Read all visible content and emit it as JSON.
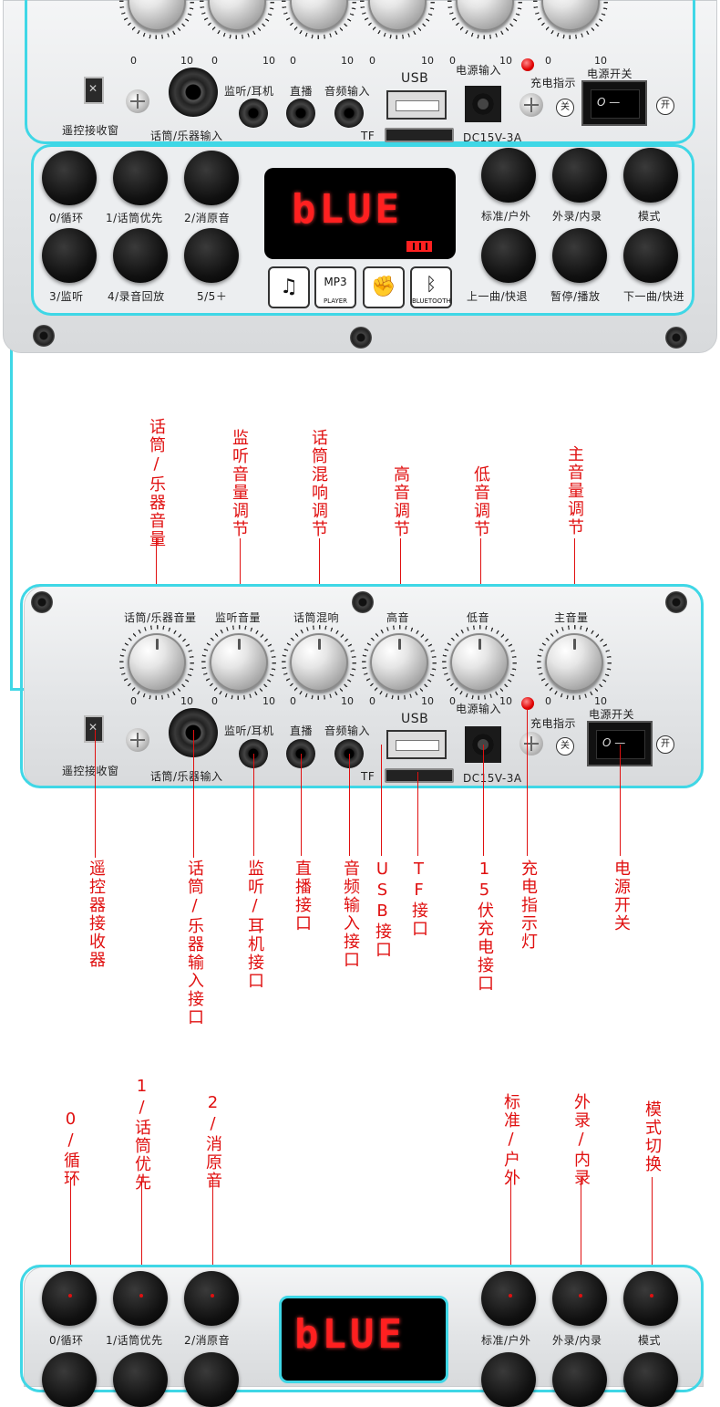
{
  "top_panel": {
    "knob_ticks": [
      "0",
      "10",
      "0",
      "10",
      "0",
      "10",
      "0",
      "10",
      "0",
      "10",
      "0",
      "10"
    ],
    "remote_label": "遥控接收窗",
    "mic_input_label": "话筒/乐器输入",
    "monitor_label": "监听/耳机",
    "direct_label": "直播",
    "audio_in_label": "音频输入",
    "usb_label": "USB",
    "tf_label": "TF",
    "dc_in_label": "电源输入",
    "dc_spec_label": "DC15V-3A",
    "charge_label": "充电指示",
    "power_switch_label": "电源开关",
    "off_label": "关",
    "on_label": "开"
  },
  "button_panel": {
    "left_buttons": [
      "0/循环",
      "1/话筒优先",
      "2/消原音",
      "3/监听",
      "4/录音回放",
      "5/5＋"
    ],
    "right_buttons": [
      "标准/户外",
      "外录/内录",
      "模式",
      "上一曲/快退",
      "暂停/播放",
      "下一曲/快进"
    ],
    "display_text": "bLUE",
    "mode_icons": [
      "music-note-icon",
      "mp3-player-icon",
      "karaoke-icon",
      "bluetooth-icon"
    ],
    "mp3_sub": "PLAYER",
    "bt_sub": "BLUETOOTH"
  },
  "mid_annotations": {
    "top_labels": [
      "话筒/乐器音量",
      "监听音量调节",
      "话筒混响调节",
      "高音调节",
      "低音调节",
      "主音量调节"
    ]
  },
  "mid_panel": {
    "knob_labels": [
      "话筒/乐器音量",
      "监听音量",
      "话筒混响",
      "高音",
      "低音",
      "主音量"
    ],
    "knob_ticks": [
      "0",
      "10",
      "0",
      "10",
      "0",
      "10",
      "0",
      "10",
      "0",
      "10",
      "0",
      "10"
    ],
    "remote_label": "遥控接收窗",
    "mic_input_label": "话筒/乐器输入",
    "monitor_label": "监听/耳机",
    "direct_label": "直播",
    "audio_in_label": "音频输入",
    "usb_label": "USB",
    "tf_label": "TF",
    "dc_in_label": "电源输入",
    "dc_spec_label": "DC15V-3A",
    "charge_label": "充电指示",
    "power_switch_label": "电源开关",
    "off_label": "关",
    "on_label": "开"
  },
  "bottom_annotations": {
    "labels": [
      "遥控器接收器",
      "话筒/乐器输入接口",
      "监听/耳机接口",
      "直播接口",
      "音频输入接口",
      "USB接口",
      "TF接口",
      "15伏充电接口",
      "充电指示灯",
      "电源开关"
    ]
  },
  "button_annotations": {
    "labels": [
      "0/循环",
      "1/话筒优先",
      "2/消原音",
      "标准/户外",
      "外录/内录",
      "模式切换"
    ]
  },
  "bottom_panel": {
    "buttons": [
      "0/循环",
      "1/话筒优先",
      "2/消原音",
      "标准/户外",
      "外录/内录",
      "模式"
    ],
    "display_text": "bLUE"
  }
}
